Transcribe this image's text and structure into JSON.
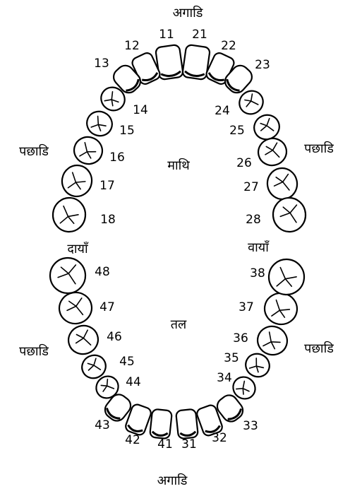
{
  "labels": {
    "front_top": "अगाडि",
    "front_bottom": "अगाडि",
    "back_upper_left": "पछाडि",
    "back_upper_right": "पछाडि",
    "back_lower_left": "पछाडि",
    "back_lower_right": "पछाडि",
    "palate": "माथि",
    "floor": "तल",
    "right_side": "दायाँ",
    "left_side": "वायाँ"
  },
  "upper_teeth": [
    "11",
    "12",
    "13",
    "14",
    "15",
    "16",
    "17",
    "18",
    "21",
    "22",
    "23",
    "24",
    "25",
    "26",
    "27",
    "28"
  ],
  "lower_teeth": [
    "48",
    "47",
    "46",
    "45",
    "44",
    "43",
    "42",
    "41",
    "31",
    "32",
    "33",
    "34",
    "35",
    "36",
    "37",
    "38"
  ],
  "colors": {
    "ink": "#000000",
    "paper": "#ffffff"
  }
}
